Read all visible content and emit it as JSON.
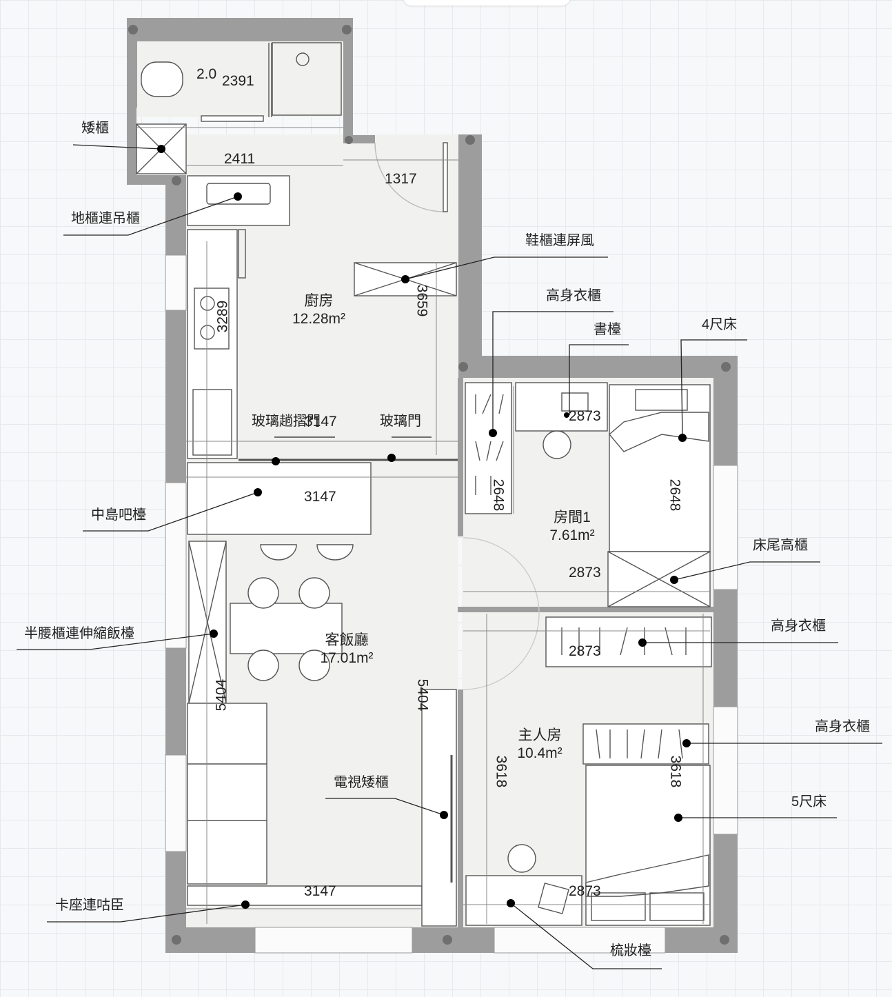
{
  "rooms": {
    "kitchen": {
      "name": "廚房",
      "area": "12.28m²"
    },
    "room1": {
      "name": "房間1",
      "area": "7.61m²"
    },
    "living": {
      "name": "客飯廳",
      "area": "17.01m²"
    },
    "master": {
      "name": "主人房",
      "area": "10.4m²"
    },
    "bath": {
      "area": "2.0"
    }
  },
  "labels": {
    "low_cabinet": "矮櫃",
    "base_wall_cabinet": "地櫃連吊櫃",
    "shoe_cabinet_screen": "鞋櫃連屏風",
    "wardrobe_a": "高身衣櫃",
    "desk": "書檯",
    "bed4": "4尺床",
    "glass_folding_door": "玻璃趟摺門",
    "glass_door": "玻璃門",
    "island_bar": "中島吧檯",
    "bed_end_cabinet": "床尾高櫃",
    "wardrobe_b": "高身衣櫃",
    "half_cabinet_table": "半腰櫃連伸縮飯檯",
    "wardrobe_c": "高身衣櫃",
    "tv_cabinet": "電視矮櫃",
    "bed5": "5尺床",
    "booth_seat": "卡座連咕臣",
    "dressing_table": "梳妝檯"
  },
  "dimensions": {
    "bath_w": "2391",
    "kitchen_w": "2411",
    "door_w": "1317",
    "kitchen_h1": "3659",
    "kitchen_h2": "3289",
    "glass_w": "3147",
    "island_w": "3147",
    "room1_w_top": "2873",
    "room1_h_a": "2648",
    "room1_h_b": "2648",
    "room1_w_mid": "2873",
    "master_w_top": "2873",
    "living_h_a": "5404",
    "living_h_b": "5404",
    "master_h_a": "3618",
    "master_h_b": "3618",
    "living_w_bottom": "3147",
    "master_w_bottom": "2873"
  }
}
